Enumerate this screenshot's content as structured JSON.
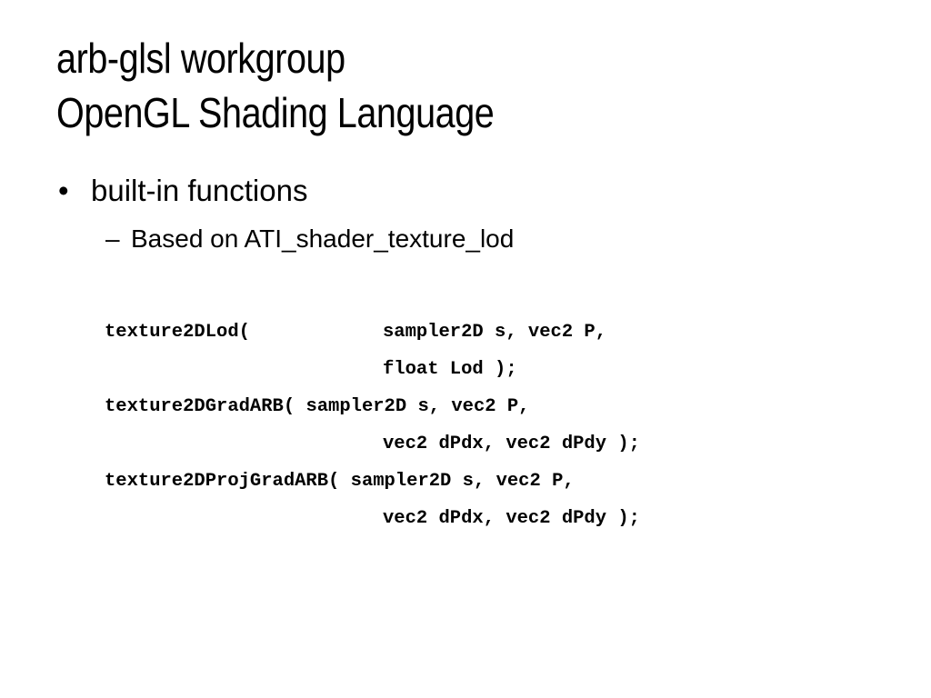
{
  "slide": {
    "title_lines": [
      "arb-glsl workgroup",
      "OpenGL Shading Language"
    ],
    "bullet": {
      "marker": "•",
      "text": "built-in functions"
    },
    "subbullet": {
      "marker": "–",
      "text": "Based on ATI_shader_texture_lod"
    },
    "code": [
      {
        "fn": "texture2DLod(",
        "args": "sampler2D s, vec2 P,"
      },
      {
        "fn": "",
        "args": "float Lod );"
      },
      {
        "fn": "texture2DGradARB(",
        "args": " sampler2D s, vec2 P,"
      },
      {
        "fn": "",
        "args": "vec2 dPdx, vec2 dPdy );"
      },
      {
        "fn": "texture2DProjGradARB(",
        "args": " sampler2D s, vec2 P,"
      },
      {
        "fn": "",
        "args": "vec2 dPdx, vec2 dPdy );"
      }
    ]
  }
}
